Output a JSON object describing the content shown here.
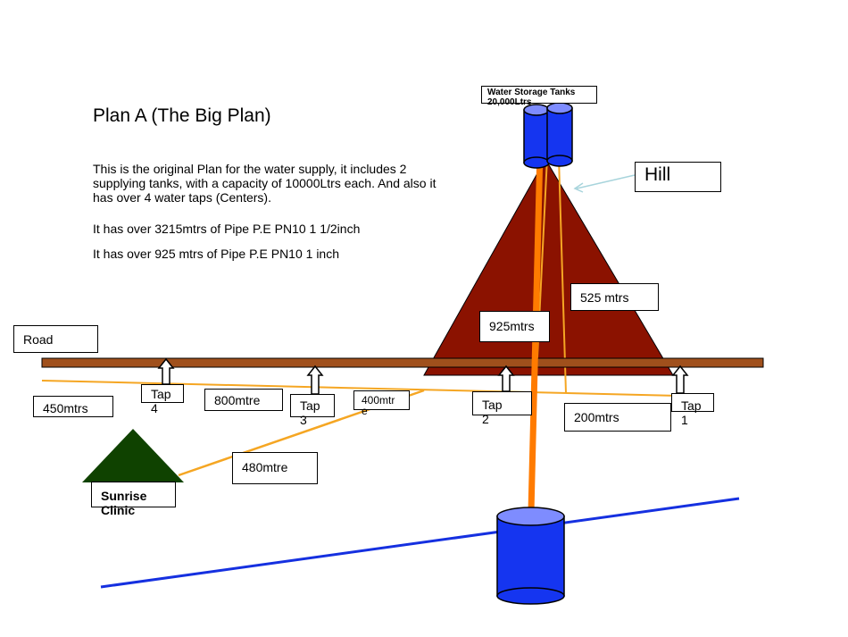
{
  "heading": {
    "title": "Plan A (The Big Plan)",
    "description": "This is the original Plan for the water supply, it includes 2 supplying tanks, with a capacity of 10000Ltrs each. And also it has over 4 water taps (Centers).",
    "pipe_line_1": "It has over 3215mtrs of Pipe P.E PN10 1 1/2inch",
    "pipe_line_2": "It has over 925 mtrs of Pipe P.E PN10 1 inch"
  },
  "labels": {
    "storage_tanks": "Water Storage Tanks\n20,000Ltrs",
    "hill": "Hill",
    "road": "Road",
    "dist_525": "525 mtrs",
    "dist_925": "925mtrs",
    "dist_450": "450mtrs",
    "dist_800": "800mtre",
    "dist_400": "400mtr\ne",
    "dist_200": "200mtrs",
    "dist_480": "480mtre",
    "clinic": "Sunrise\nClinic",
    "tap_1": "Tap\n1",
    "tap_2": "Tap\n2",
    "tap_3": "Tap\n3",
    "tap_4": "Tap\n4"
  },
  "colors": {
    "hill": "#8B1200",
    "road": "#A0501C",
    "pipe": "#F5A623",
    "main_pipe": "#FF7B00",
    "tank": "#1535F0",
    "river": "#1530E0",
    "clinic_roof": "#0F4200",
    "arrow_hill": "#A8D4DC"
  }
}
